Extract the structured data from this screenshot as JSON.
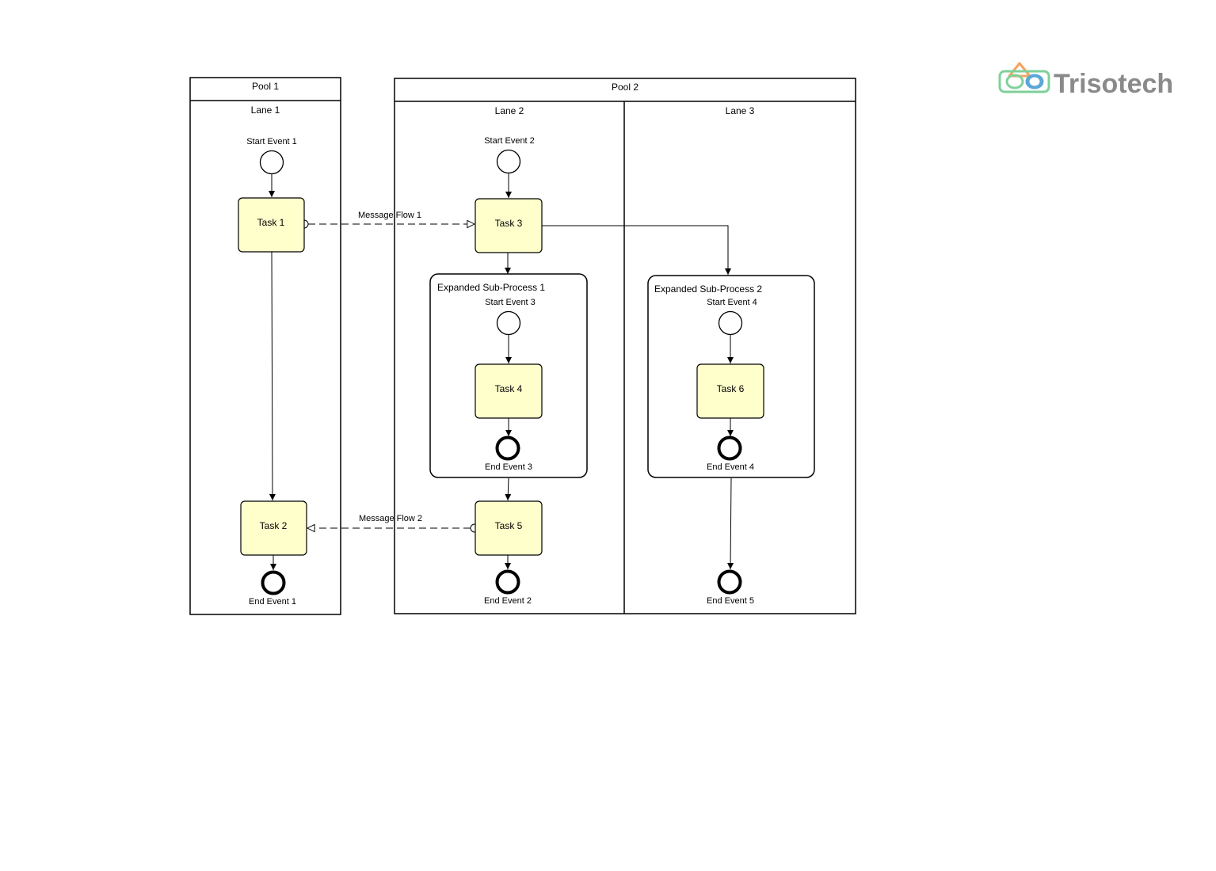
{
  "pools": {
    "pool1": {
      "label": "Pool 1",
      "lane": "Lane 1"
    },
    "pool2": {
      "label": "Pool 2",
      "lanes": [
        "Lane 2",
        "Lane 3"
      ]
    }
  },
  "events": {
    "start1": "Start Event 1",
    "start2": "Start Event 2",
    "start3": "Start Event 3",
    "start4": "Start Event 4",
    "end1": "End Event 1",
    "end2": "End Event 2",
    "end3": "End Event 3",
    "end4": "End Event 4",
    "end5": "End Event 5"
  },
  "tasks": {
    "task1": "Task 1",
    "task2": "Task 2",
    "task3": "Task 3",
    "task4": "Task 4",
    "task5": "Task 5",
    "task6": "Task 6"
  },
  "subprocesses": {
    "sp1": "Expanded Sub-Process 1",
    "sp2": "Expanded Sub-Process 2"
  },
  "flows": {
    "message1": "Message Flow 1",
    "message2": "Message Flow 2"
  },
  "logo": {
    "text": "Trisotech"
  },
  "colors": {
    "task_fill": "#ffffcc",
    "stroke": "#000000",
    "logo_text": "#8a8a8a",
    "logo_orange": "#f4a460",
    "logo_green": "#7fd09a",
    "logo_blue": "#5aa7d8"
  }
}
